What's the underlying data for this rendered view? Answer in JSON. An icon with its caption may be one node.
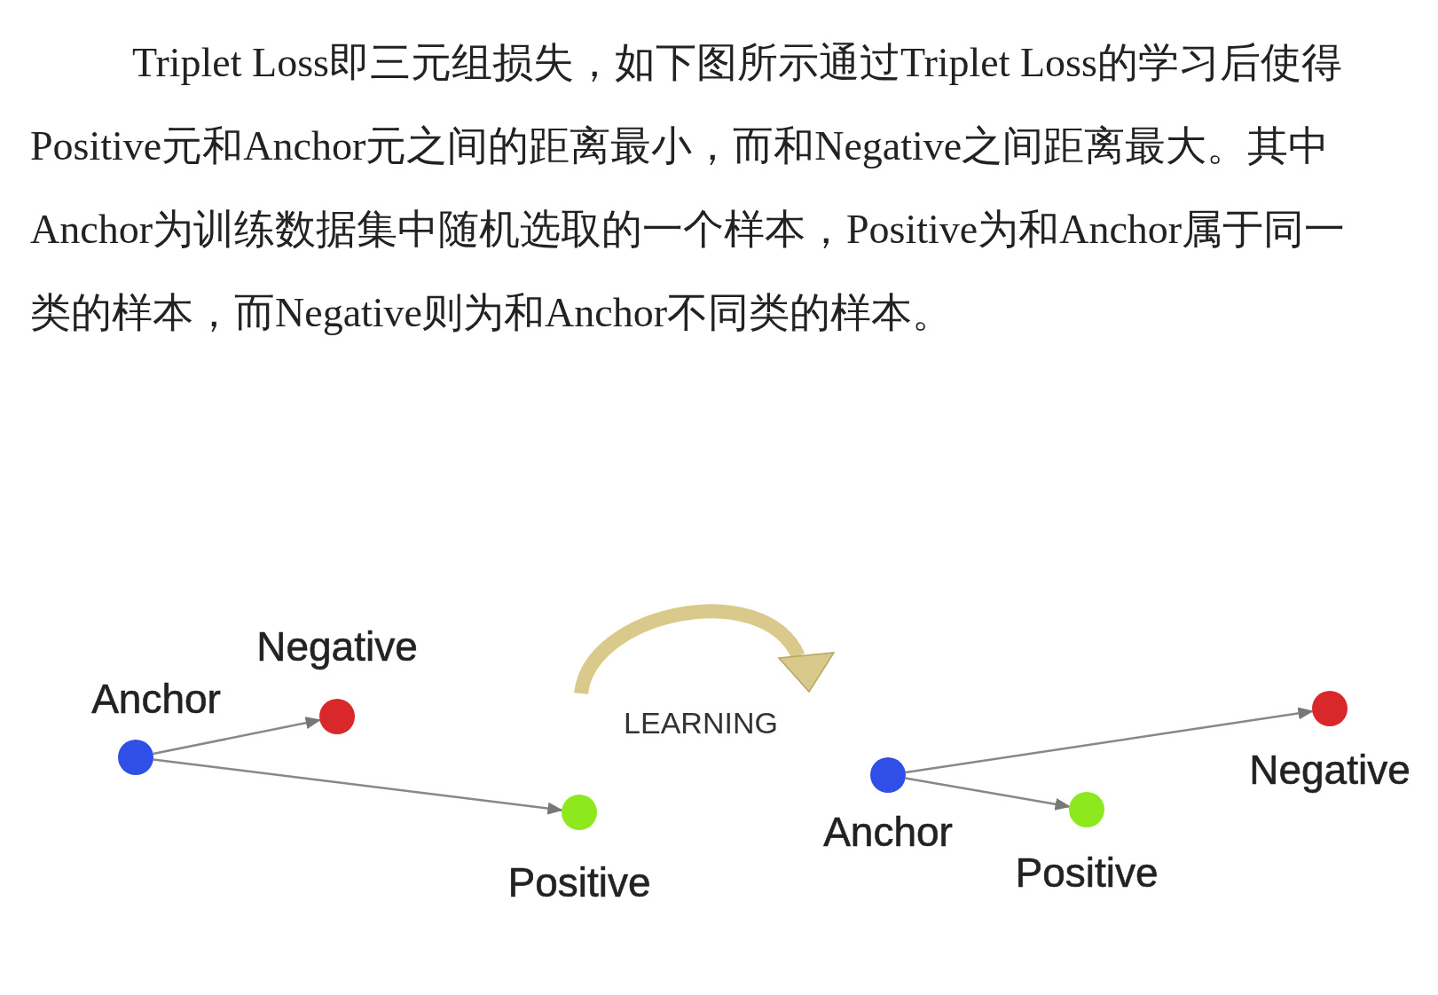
{
  "diagram": {
    "nodes": [
      {
        "text": [],
        "shape": "circle",
        "beside": [
          "Anchor"
        ]
      },
      {
        "text": [],
        "shape": "circle",
        "beside": [
          "Negative"
        ]
      },
      {
        "text": [],
        "shape": "circle",
        "beside": [
          "Positive"
        ]
      },
      {
        "text": [],
        "shape": "circle",
        "beside": [
          "Anchor"
        ]
      },
      {
        "text": [],
        "shape": "circle",
        "beside": [
          "Positive"
        ]
      },
      {
        "text": [],
        "shape": "circle",
        "beside": [
          "Negative"
        ]
      }
    ],
    "edges": [
      {
        "from": 0,
        "to": 1,
        "arrow": "to"
      },
      {
        "from": 0,
        "to": 2,
        "arrow": "to"
      },
      {
        "from": 3,
        "to": 5,
        "arrow": "to"
      },
      {
        "from": 3,
        "to": 4,
        "arrow": "to"
      }
    ],
    "labels": [
      "Triplet Loss即三元组损失，如下图所示通过Triplet Loss的学习后使得Positive元和Anchor元之间的距离最小，而和Negative之间距离最大。其中Anchor为训练数据集中随机选取的一个样本，Positive为和Anchor属于同一类的样本，而Negative则为和Anchor不同类的样本。",
      "LEARNING"
    ]
  }
}
